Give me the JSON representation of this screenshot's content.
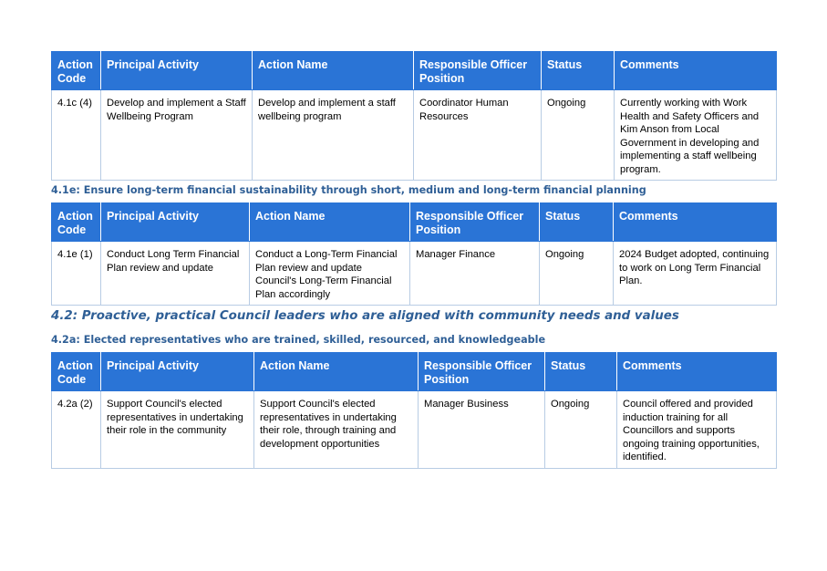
{
  "headers": {
    "code": "Action Code",
    "activity": "Principal Activity",
    "action": "Action Name",
    "officer": "Responsible Officer Position",
    "status": "Status",
    "comments": "Comments"
  },
  "table1": {
    "row": {
      "code": "4.1c (4)",
      "activity": "Develop and implement a Staff Wellbeing Program",
      "action": "Develop and implement a staff wellbeing program",
      "officer": "Coordinator Human Resources",
      "status": "Ongoing",
      "comments": "Currently working with Work Health and Safety Officers and Kim Anson from Local Government in developing and implementing a staff wellbeing program."
    }
  },
  "heading_41e": "4.1e: Ensure long-term financial sustainability through short, medium and long-term financial planning",
  "table2": {
    "row": {
      "code": "4.1e (1)",
      "activity": "Conduct Long Term Financial Plan review and update",
      "action": "Conduct a Long-Term Financial Plan review and update Council's Long-Term Financial Plan accordingly",
      "officer": "Manager Finance",
      "status": "Ongoing",
      "comments": "2024 Budget adopted, continuing to work on Long Term Financial Plan."
    }
  },
  "heading_42": "4.2: Proactive, practical Council leaders who are aligned with community needs and values",
  "heading_42a": "4.2a: Elected representatives who are trained, skilled, resourced, and knowledgeable",
  "table3": {
    "row": {
      "code": "4.2a (2)",
      "activity": "Support Council's elected representatives in undertaking their role in the community",
      "action": "Support Council's elected representatives in undertaking their role, through training and development opportunities",
      "officer": "Manager Business",
      "status": "Ongoing",
      "comments": "Council offered and provided induction training for all Councillors and supports ongoing training opportunities, identified."
    }
  }
}
